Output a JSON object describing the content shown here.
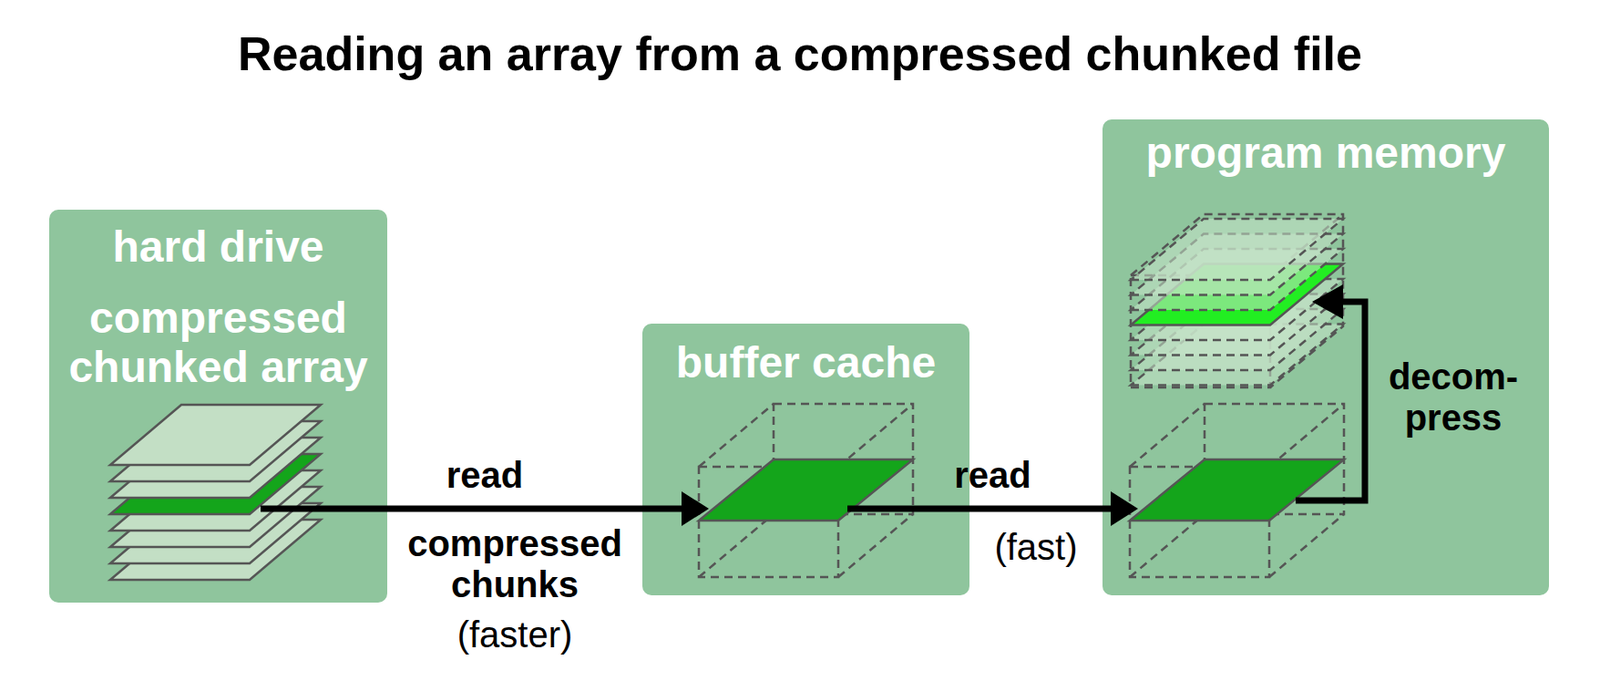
{
  "diagram": {
    "title": "Reading an array from a compressed chunked file",
    "nodes": [
      {
        "text": [
          "hard drive",
          "compressed chunked array"
        ]
      },
      {
        "text": [
          "buffer cache"
        ]
      },
      {
        "text": [
          "program memory"
        ]
      }
    ],
    "edges": [
      {
        "from": 0,
        "to": 1,
        "arrow": "to",
        "label": "read"
      },
      {
        "from": 1,
        "to": 2,
        "arrow": "to",
        "label": "read"
      }
    ],
    "labels": [
      "compressed chunks",
      "(faster)",
      "(fast)",
      "decom- press"
    ]
  }
}
